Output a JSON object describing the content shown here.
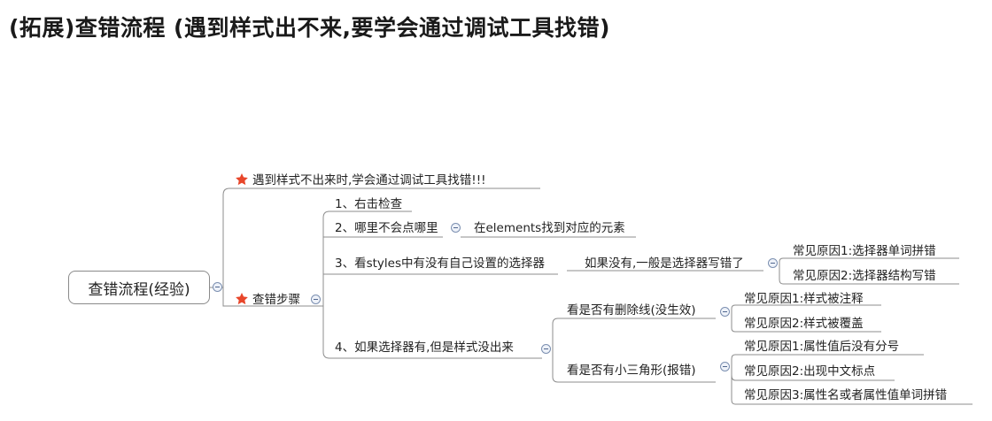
{
  "title": "(拓展)查错流程 (遇到样式出不来,要学会通过调试工具找错)",
  "root": "查错流程(经验)",
  "branches": {
    "tip": "遇到样式不出来时,学会通过调试工具找错!!!",
    "steps": "查错步骤"
  },
  "steps": {
    "s1": "1、右击检查",
    "s2": "2、哪里不会点哪里",
    "s2_child": "在elements找到对应的元素",
    "s3": "3、看styles中有没有自己设置的选择器",
    "s3_child": "如果没有,一般是选择器写错了",
    "s3_cause1": "常见原因1:选择器单词拼错",
    "s3_cause2": "常见原因2:选择器结构写错",
    "s4": "4、如果选择器有,但是样式没出来",
    "s4a": "看是否有删除线(没生效)",
    "s4a_cause1": "常见原因1:样式被注释",
    "s4a_cause2": "常见原因2:样式被覆盖",
    "s4b": "看是否有小三角形(报错)",
    "s4b_cause1": "常见原因1:属性值后没有分号",
    "s4b_cause2": "常见原因2:出现中文标点",
    "s4b_cause3": "常见原因3:属性名或者属性值单词拼错"
  },
  "icons": {
    "priority": "star-icon",
    "toggle": "collapse-icon"
  },
  "colors": {
    "line": "#8c8c8c",
    "star": "#e8462a",
    "toggle": "#50678f"
  }
}
